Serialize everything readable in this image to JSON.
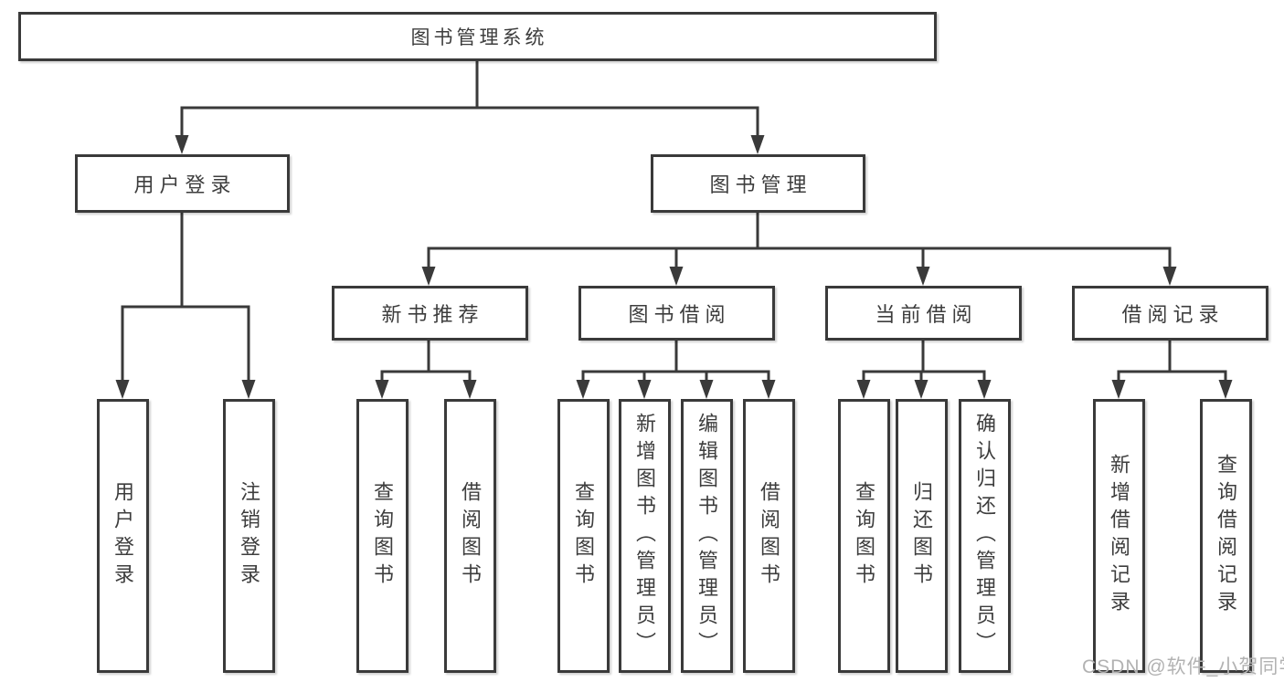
{
  "watermark": "CSDN @软件_小贺同学",
  "colors": {
    "line": "#3a3a3a",
    "text": "#3d3d3d",
    "watermark": "#b2b2b2",
    "background": "#ffffff"
  },
  "tree": {
    "root": {
      "label": "图书管理系统"
    },
    "children": [
      {
        "label": "用户登录",
        "children": [
          {
            "label": "用户登录"
          },
          {
            "label": "注销登录"
          }
        ]
      },
      {
        "label": "图书管理",
        "children": [
          {
            "label": "新书推荐",
            "children": [
              {
                "label": "查询图书"
              },
              {
                "label": "借阅图书"
              }
            ]
          },
          {
            "label": "图书借阅",
            "children": [
              {
                "label": "查询图书"
              },
              {
                "label": "新增图书（管理员）"
              },
              {
                "label": "编辑图书（管理员）"
              },
              {
                "label": "借阅图书"
              }
            ]
          },
          {
            "label": "当前借阅",
            "children": [
              {
                "label": "查询图书"
              },
              {
                "label": "归还图书"
              },
              {
                "label": "确认归还（管理员）"
              }
            ]
          },
          {
            "label": "借阅记录",
            "children": [
              {
                "label": "新增借阅记录"
              },
              {
                "label": "查询借阅记录"
              }
            ]
          }
        ]
      }
    ]
  }
}
